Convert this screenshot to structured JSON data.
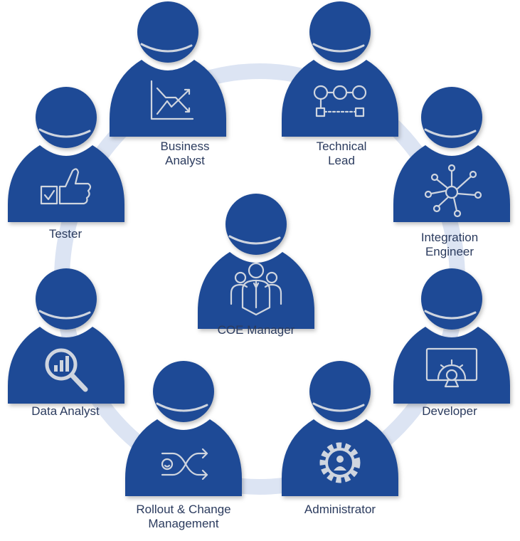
{
  "title": "COE roles",
  "colors": {
    "figure": "#1e4a96",
    "ring": "#dce4f3",
    "label": "#2b3b5e",
    "icon": "#cfd5df"
  },
  "roles": [
    {
      "label_1": "Business",
      "label_2": "Analyst",
      "icon": "chart-trend-icon"
    },
    {
      "label_1": "Technical",
      "label_2": "Lead",
      "icon": "workflow-icon"
    },
    {
      "label_1": "Tester",
      "icon": "thumbs-up-checkbox-icon"
    },
    {
      "label_1": "Integration",
      "label_2": "Engineer",
      "icon": "network-hub-icon"
    },
    {
      "label_1": "COE Manager",
      "icon": "team-icon"
    },
    {
      "label_1": "Data Analyst",
      "icon": "magnifier-bar-chart-icon"
    },
    {
      "label_1": "Developer",
      "icon": "monitor-gear-icon"
    },
    {
      "label_1": "Rollout & Change",
      "label_2": "Management",
      "icon": "shuffle-smiley-icon"
    },
    {
      "label_1": "Administrator",
      "icon": "gear-user-icon"
    }
  ]
}
